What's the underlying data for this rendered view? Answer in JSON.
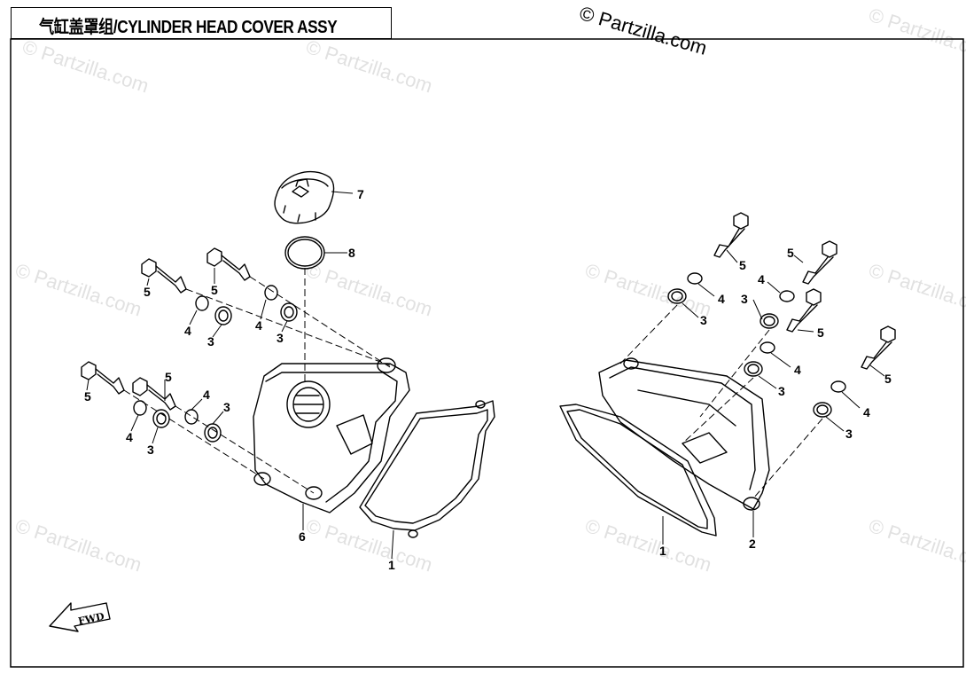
{
  "title": "气缸盖罩组/CYLINDER HEAD COVER ASSY",
  "copyright": "© Partzilla.com",
  "watermark": "© Partzilla.com",
  "fwd_label": "FWD",
  "callouts": {
    "left_bolt_a": "5",
    "left_bolt_b": "5",
    "left_bolt_c": "5",
    "left_bolt_d": "5",
    "left_washer_a": "4",
    "left_washer_b": "4",
    "left_washer_c": "4",
    "left_washer_d": "4",
    "left_grommet_a": "3",
    "left_grommet_b": "3",
    "left_grommet_c": "3",
    "left_grommet_d": "3",
    "left_cover": "6",
    "left_gasket": "1",
    "oil_cap": "7",
    "o_ring": "8",
    "right_bolt_a": "5",
    "right_bolt_b": "5",
    "right_bolt_c": "5",
    "right_bolt_d": "5",
    "right_washer_a": "4",
    "right_washer_b": "4",
    "right_washer_c": "4",
    "right_washer_d": "4",
    "right_grommet_a": "3",
    "right_grommet_b": "3",
    "right_grommet_c": "3",
    "right_grommet_d": "3",
    "right_cover": "2",
    "right_gasket": "1"
  }
}
